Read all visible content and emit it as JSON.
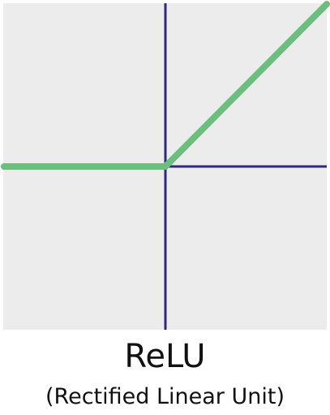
{
  "chart_data": {
    "type": "line",
    "title": "ReLU",
    "subtitle": "(Rectified Linear Unit)",
    "x": [
      -1,
      0,
      1
    ],
    "series": [
      {
        "values": [
          0,
          0,
          1
        ]
      }
    ],
    "xlim": [
      -1,
      1
    ],
    "ylim": [
      -1,
      1
    ],
    "grid": false
  },
  "colors": {
    "background": "#ececec",
    "axes": "#2e2a7a",
    "line": "#6abf7e"
  }
}
